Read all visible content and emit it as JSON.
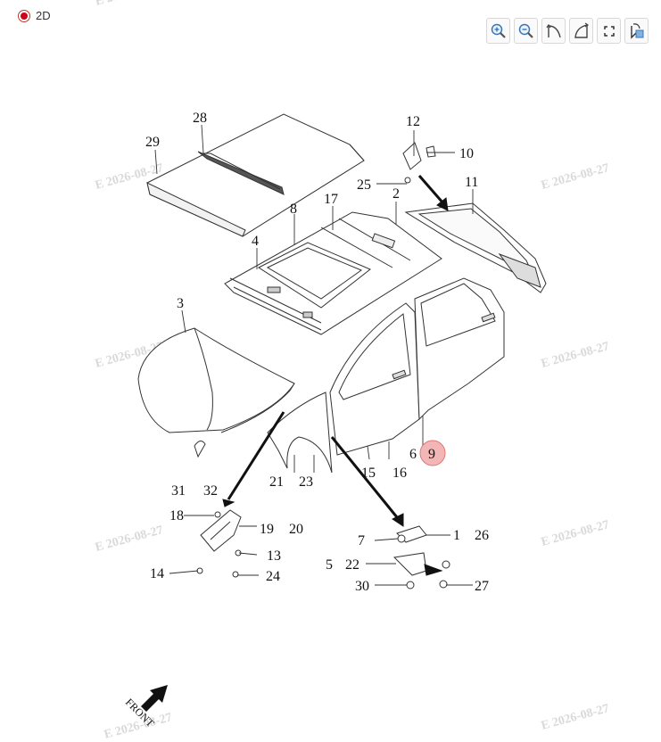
{
  "view_mode": {
    "label": "2D",
    "selected": true,
    "accent": "#d0021b"
  },
  "toolbar": {
    "buttons": [
      {
        "name": "zoom-in-button",
        "icon": "zoom-in-icon"
      },
      {
        "name": "zoom-out-button",
        "icon": "zoom-out-icon"
      },
      {
        "name": "rotate-left-button",
        "icon": "rotate-left-icon"
      },
      {
        "name": "rotate-right-button",
        "icon": "rotate-right-icon"
      },
      {
        "name": "fit-to-screen-button",
        "icon": "fullscreen-icon"
      },
      {
        "name": "reset-view-button",
        "icon": "reset-view-icon"
      }
    ]
  },
  "watermark": "E 2026-08-27",
  "highlight_color": "#f2b6b6",
  "front_label": "FRONT",
  "parts": {
    "p1": "1",
    "p2": "2",
    "p3": "3",
    "p4": "4",
    "p5": "5",
    "p6": "6",
    "p7": "7",
    "p8": "8",
    "p9": "9",
    "p10": "10",
    "p11": "11",
    "p12": "12",
    "p13": "13",
    "p14": "14",
    "p15": "15",
    "p16": "16",
    "p17": "17",
    "p18": "18",
    "p19": "19",
    "p20": "20",
    "p21": "21",
    "p22": "22",
    "p23": "23",
    "p24": "24",
    "p25": "25",
    "p26": "26",
    "p27": "27",
    "p28": "28",
    "p29": "29",
    "p30": "30",
    "p31": "31",
    "p32": "32"
  },
  "selected_part": "9"
}
